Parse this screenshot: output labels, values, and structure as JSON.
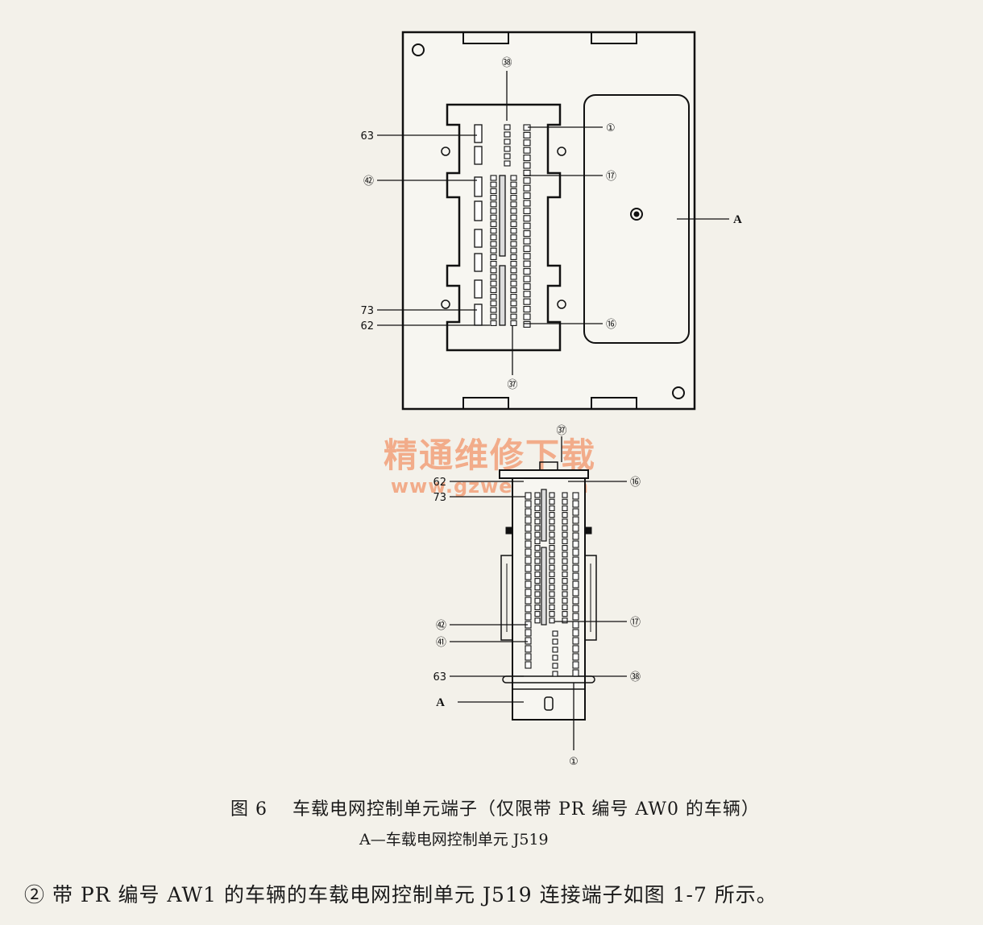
{
  "top_view": {
    "labels": {
      "pin_38": "㊳",
      "pin_1": "①",
      "pin_63": "63",
      "pin_42": "㊷",
      "pin_17": "⑰",
      "pin_73": "73",
      "pin_62": "62",
      "pin_16": "⑯",
      "pin_37": "㊲",
      "part_a": "A"
    }
  },
  "side_view": {
    "labels": {
      "pin_37": "㊲",
      "pin_62": "62",
      "pin_16": "⑯",
      "pin_73": "73",
      "pin_42": "㊷",
      "pin_17": "⑰",
      "pin_41": "㊶",
      "pin_63": "63",
      "pin_38": "㊳",
      "part_a": "A",
      "pin_1": "①"
    }
  },
  "watermark": {
    "main": "精通维修下载",
    "url": "www.gzweix.com"
  },
  "caption": {
    "title": "图 6　 车载电网控制单元端子（仅限带 PR 编号 AW0 的车辆）",
    "subtitle": "A—车载电网控制单元 J519"
  },
  "body": {
    "text": "② 带 PR 编号 AW1 的车辆的车载电网控制单元 J519 连接端子如图 1-7 所示。"
  }
}
